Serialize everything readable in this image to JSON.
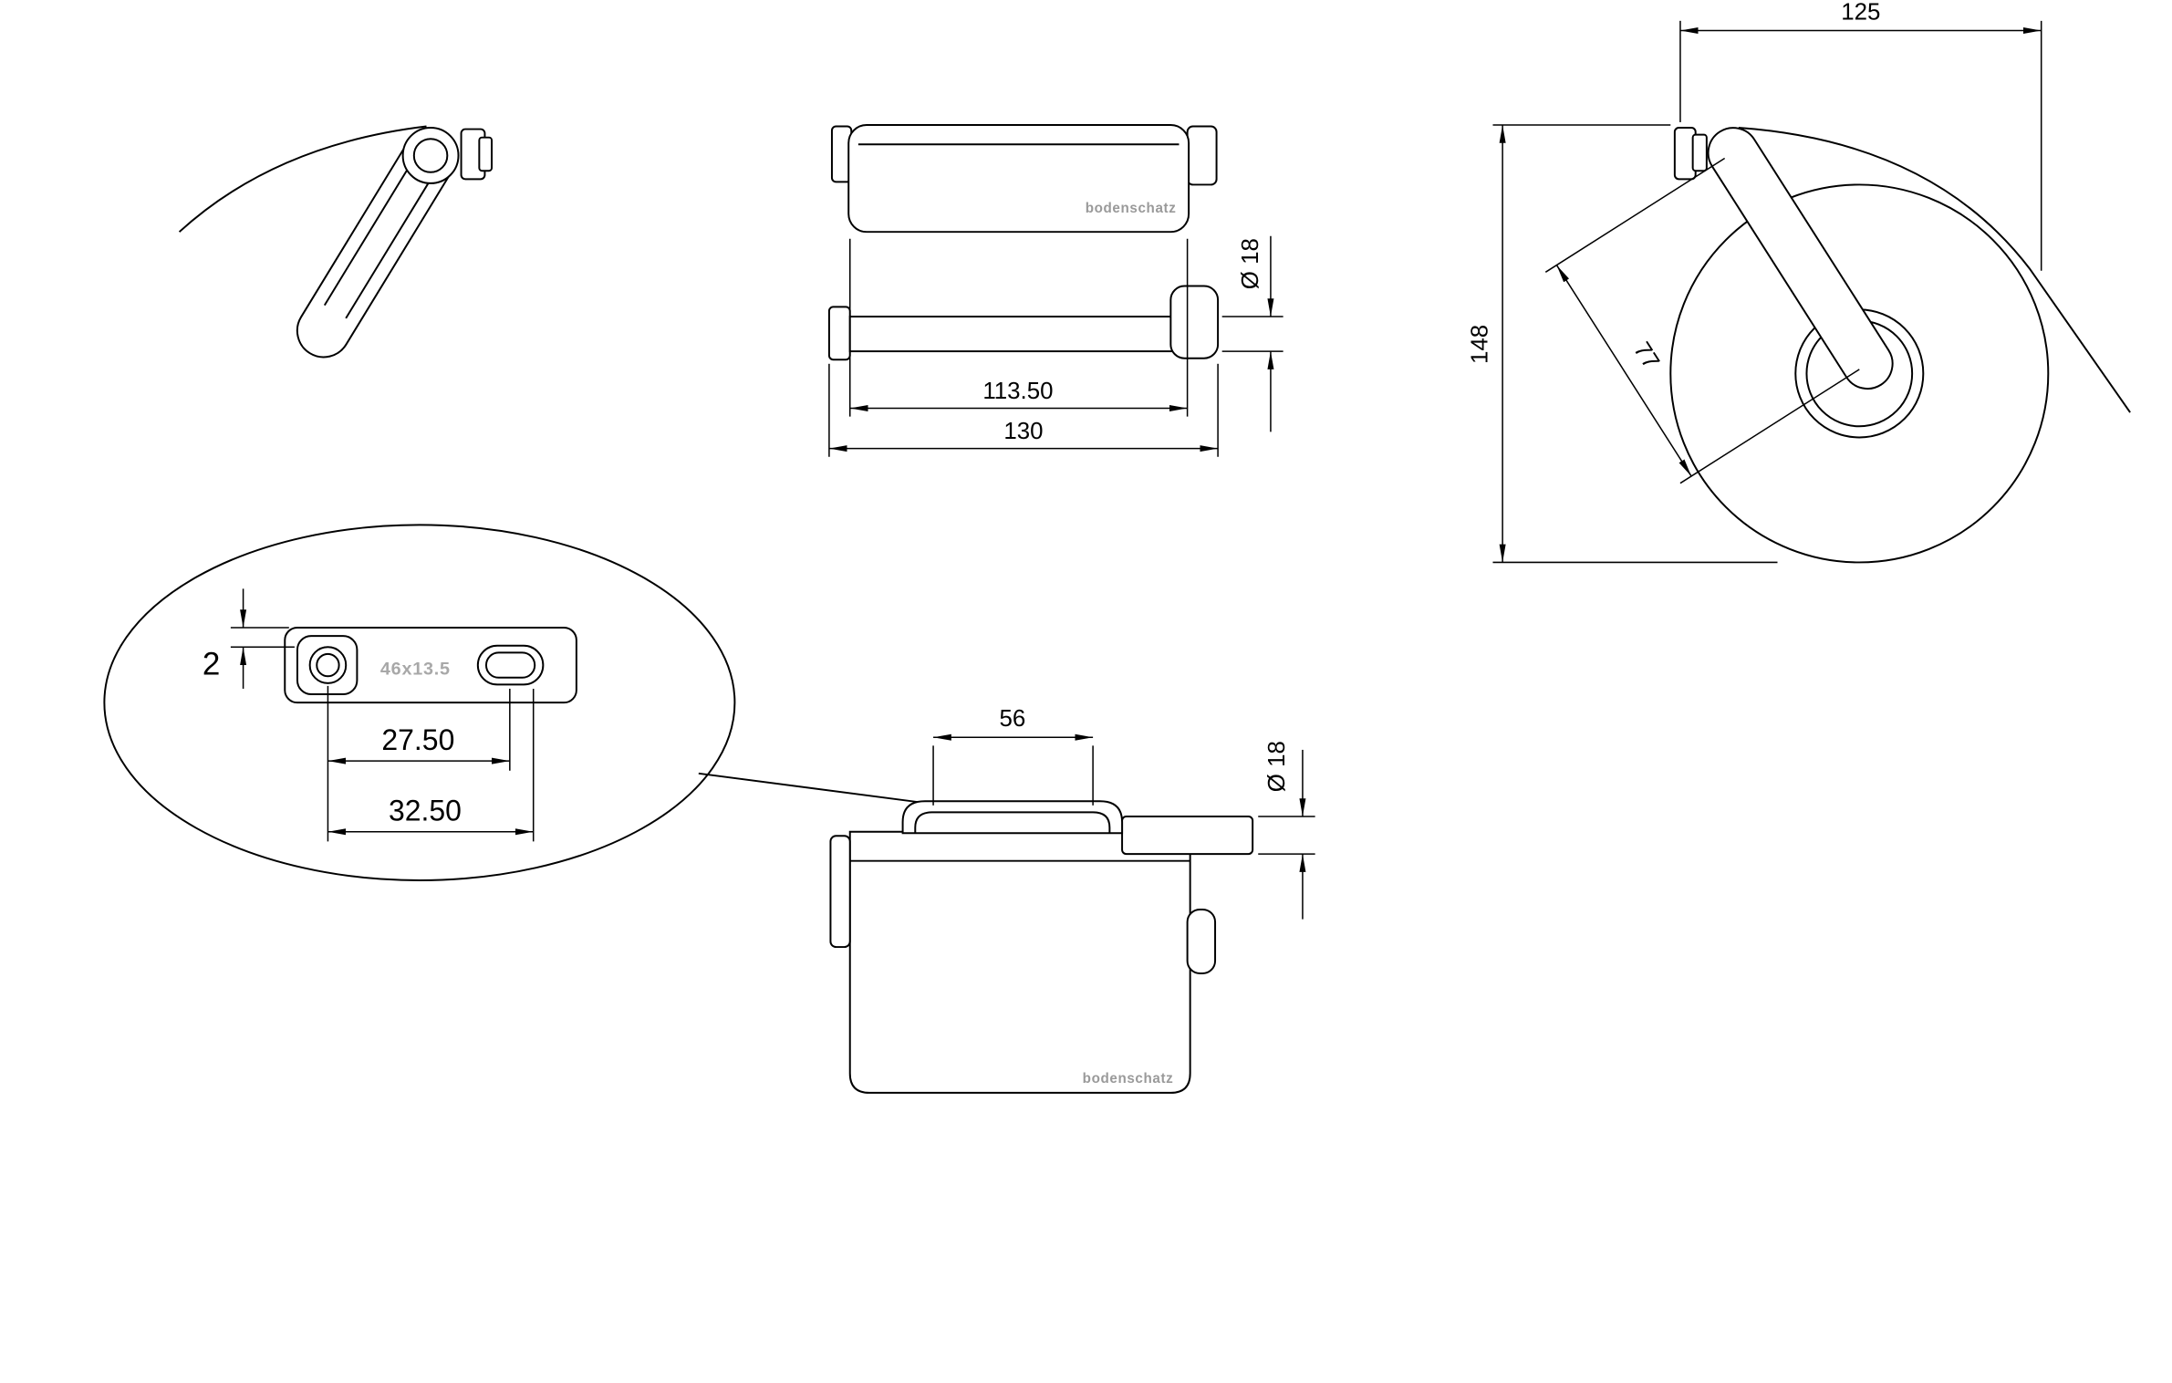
{
  "drawing": {
    "brand": "bodenschatz",
    "front_view": {
      "dim_inner_width": "113.50",
      "dim_overall_width": "130",
      "dim_rod_diameter": "Ø 18"
    },
    "roll_view": {
      "dim_depth": "125",
      "dim_height": "148",
      "dim_arm_length": "77"
    },
    "detail_view": {
      "plate_size_label": "46x13.5",
      "dim_thickness": "2",
      "dim_hole_centers": "27.50",
      "dim_overall_span": "32.50"
    },
    "top_view": {
      "dim_cover_width": "56",
      "dim_rod_diameter": "Ø 18"
    }
  }
}
